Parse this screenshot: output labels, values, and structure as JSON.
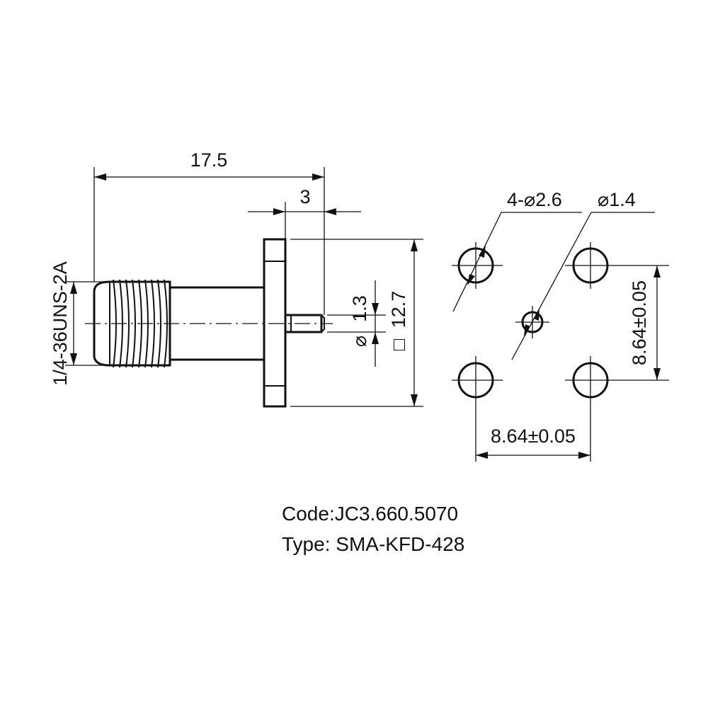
{
  "side_view": {
    "dim_length": "17.5",
    "dim_pin_length": "3",
    "dim_thread": "1/4-36UNS-2A",
    "dim_pin_dia_symbol": "⌀",
    "dim_pin_dia": "1.3",
    "dim_flange_square_symbol": "□",
    "dim_flange": "12.7"
  },
  "front_view": {
    "dim_mount_holes": "4-⌀2.6",
    "dim_center_hole": "⌀1.4",
    "dim_vertical_spacing": "8.64±0.05",
    "dim_horizontal_spacing": "8.64±0.05"
  },
  "caption": {
    "code": "Code:JC3.660.5070",
    "type": "Type: SMA-KFD-428"
  }
}
